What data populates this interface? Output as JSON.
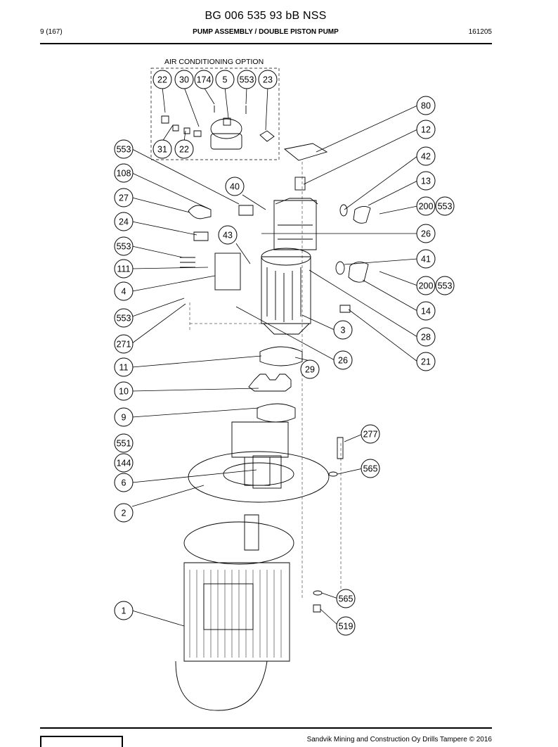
{
  "header": {
    "document_number": "BG 006 535 93 bB NSS",
    "page": "9 (167)",
    "section_title": "PUMP ASSEMBLY / DOUBLE PISTON PUMP",
    "code": "161205"
  },
  "drawing": {
    "option_label": "AIR CONDITIONING OPTION",
    "callouts": [
      {
        "id": "c-22a",
        "label": "22"
      },
      {
        "id": "c-30",
        "label": "30"
      },
      {
        "id": "c-174",
        "label": "174"
      },
      {
        "id": "c-5",
        "label": "5"
      },
      {
        "id": "c-553a",
        "label": "553"
      },
      {
        "id": "c-23",
        "label": "23"
      },
      {
        "id": "c-31",
        "label": "31"
      },
      {
        "id": "c-22b",
        "label": "22"
      },
      {
        "id": "c-80",
        "label": "80"
      },
      {
        "id": "c-12",
        "label": "12"
      },
      {
        "id": "c-553b",
        "label": "553"
      },
      {
        "id": "c-42",
        "label": "42"
      },
      {
        "id": "c-108",
        "label": "108"
      },
      {
        "id": "c-13",
        "label": "13"
      },
      {
        "id": "c-40",
        "label": "40"
      },
      {
        "id": "c-27",
        "label": "27"
      },
      {
        "id": "c-200a",
        "label": "200"
      },
      {
        "id": "c-553c",
        "label": "553"
      },
      {
        "id": "c-24",
        "label": "24"
      },
      {
        "id": "c-26a",
        "label": "26"
      },
      {
        "id": "c-43",
        "label": "43"
      },
      {
        "id": "c-553d",
        "label": "553"
      },
      {
        "id": "c-41",
        "label": "41"
      },
      {
        "id": "c-111",
        "label": "111"
      },
      {
        "id": "c-200b",
        "label": "200"
      },
      {
        "id": "c-553e",
        "label": "553"
      },
      {
        "id": "c-4",
        "label": "4"
      },
      {
        "id": "c-14",
        "label": "14"
      },
      {
        "id": "c-553f",
        "label": "553"
      },
      {
        "id": "c-3",
        "label": "3"
      },
      {
        "id": "c-28",
        "label": "28"
      },
      {
        "id": "c-271",
        "label": "271"
      },
      {
        "id": "c-26b",
        "label": "26"
      },
      {
        "id": "c-21",
        "label": "21"
      },
      {
        "id": "c-11",
        "label": "11"
      },
      {
        "id": "c-29",
        "label": "29"
      },
      {
        "id": "c-10",
        "label": "10"
      },
      {
        "id": "c-9",
        "label": "9"
      },
      {
        "id": "c-277",
        "label": "277"
      },
      {
        "id": "c-551",
        "label": "551"
      },
      {
        "id": "c-144",
        "label": "144"
      },
      {
        "id": "c-565a",
        "label": "565"
      },
      {
        "id": "c-6",
        "label": "6"
      },
      {
        "id": "c-2",
        "label": "2"
      },
      {
        "id": "c-565b",
        "label": "565"
      },
      {
        "id": "c-1",
        "label": "1"
      },
      {
        "id": "c-519",
        "label": "519"
      }
    ]
  },
  "footer": {
    "copyright": "Sandvik Mining and Construction Oy Drills Tampere © 2016"
  }
}
